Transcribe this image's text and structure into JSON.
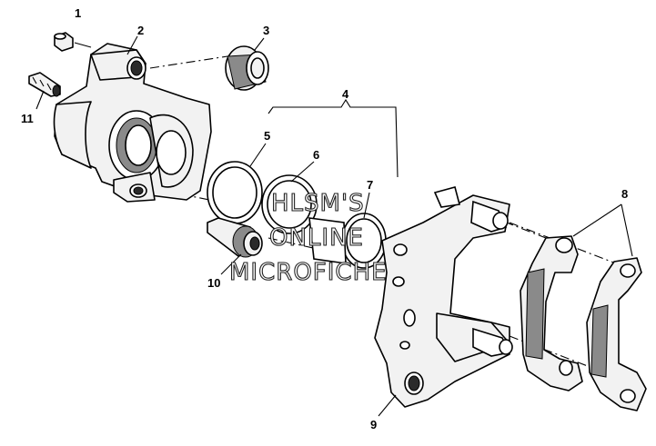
{
  "callouts": {
    "c1": "1",
    "c2": "2",
    "c3": "3",
    "c4": "4",
    "c5": "5",
    "c6": "6",
    "c7": "7",
    "c8": "8",
    "c9": "9",
    "c10": "10",
    "c11": "11"
  },
  "watermark": {
    "line1": "HLSM'S",
    "line2": "ONLINE",
    "line3": "MICROFICHE"
  }
}
